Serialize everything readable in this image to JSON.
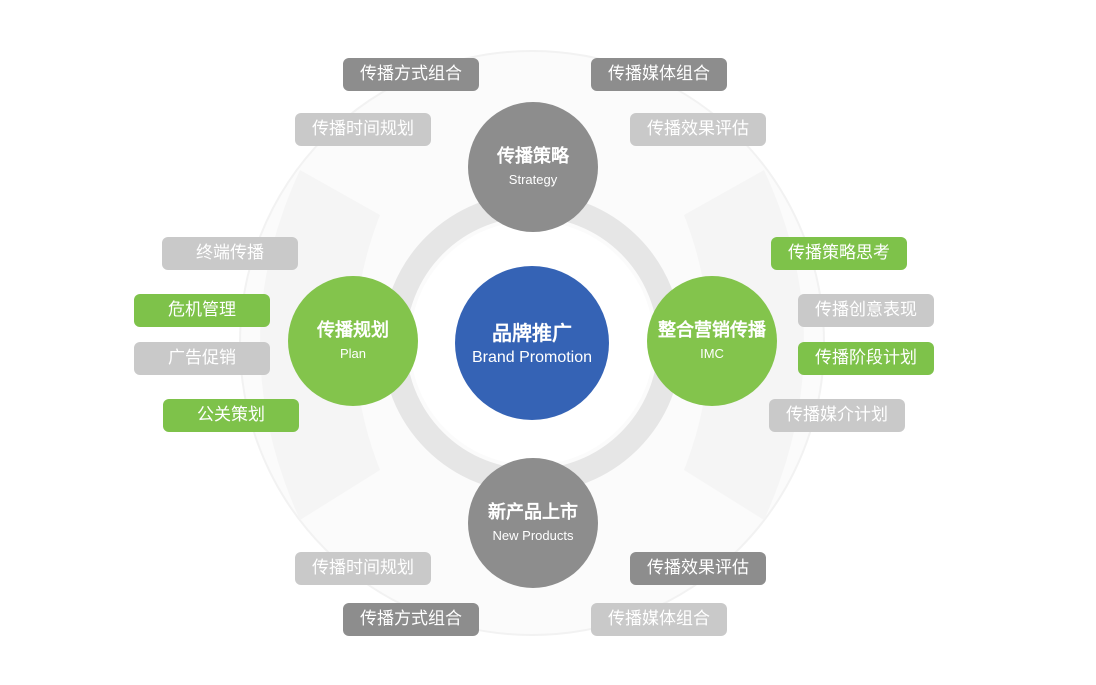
{
  "colors": {
    "center": "#3563b5",
    "gray_node": "#8d8d8d",
    "green_node": "#83c44c",
    "tag_dark": "#8d8d8d",
    "tag_light": "#c9c9c9",
    "tag_green": "#7ec24a",
    "ring": "#e6e6e6"
  },
  "center": {
    "title": "品牌推广",
    "subtitle": "Brand Promotion"
  },
  "nodes": {
    "top": {
      "title": "传播策略",
      "subtitle": "Strategy"
    },
    "left": {
      "title": "传播规划",
      "subtitle": "Plan"
    },
    "right": {
      "title": "整合营销传播",
      "subtitle": "IMC"
    },
    "bottom": {
      "title": "新产品上市",
      "subtitle": "New Products"
    }
  },
  "tags": {
    "top_1": "传播方式组合",
    "top_2": "传播媒体组合",
    "top_3": "传播时间规划",
    "top_4": "传播效果评估",
    "left_1": "终端传播",
    "left_2": "危机管理",
    "left_3": "广告促销",
    "left_4": "公关策划",
    "right_1": "传播策略思考",
    "right_2": "传播创意表现",
    "right_3": "传播阶段计划",
    "right_4": "传播媒介计划",
    "bottom_1": "传播时间规划",
    "bottom_2": "传播效果评估",
    "bottom_3": "传播方式组合",
    "bottom_4": "传播媒体组合"
  }
}
